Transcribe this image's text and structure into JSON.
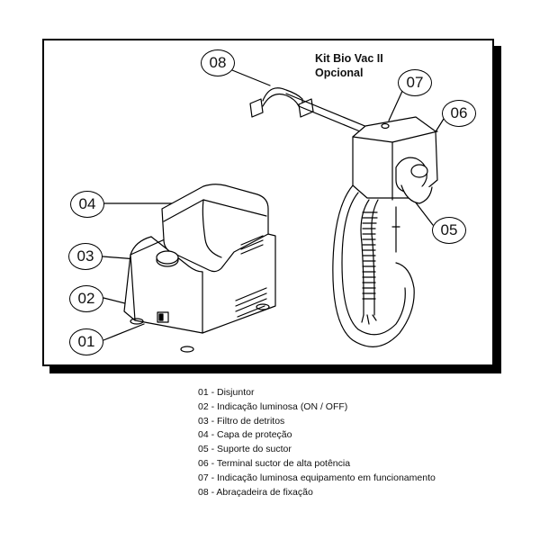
{
  "kit_title": {
    "line1": "Kit Bio Vac II",
    "line2": "Opcional"
  },
  "callouts": {
    "c01": "01",
    "c02": "02",
    "c03": "03",
    "c04": "04",
    "c05": "05",
    "c06": "06",
    "c07": "07",
    "c08": "08"
  },
  "legend": [
    "01 - Disjuntor",
    "02 - Indicação luminosa (ON / OFF)",
    "03 - Filtro de detritos",
    "04 - Capa de proteção",
    "05 - Suporte do suctor",
    "06 - Terminal suctor de alta potência",
    "07 - Indicação luminosa equipamento em funcionamento",
    "08 - Abraçadeira de fixação"
  ]
}
